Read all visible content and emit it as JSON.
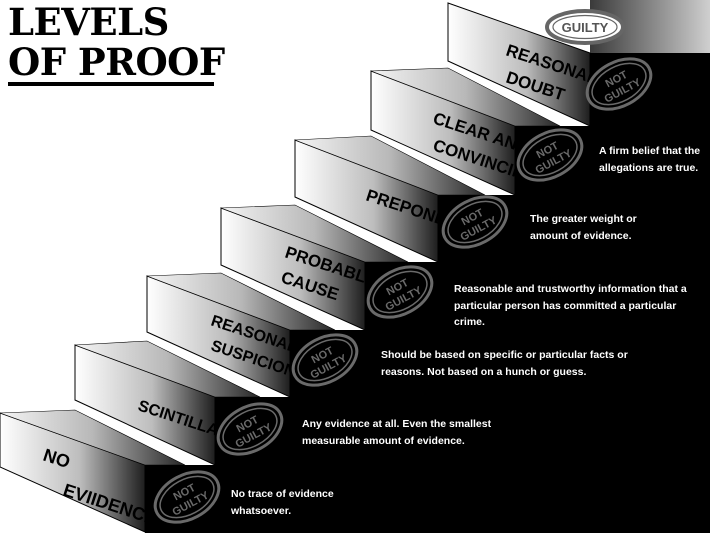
{
  "title": {
    "line1": "LEVELS",
    "line2": "OF PROOF"
  },
  "guilty_badge": "GUILTY",
  "not_guilty_seal": {
    "line1": "NOT",
    "line2": "GUILTY"
  },
  "colors": {
    "riser_dark": "#000000",
    "tread_light": "#ffffff",
    "seal": "#6a6a6a",
    "badge_ring": "#666666"
  },
  "steps": [
    {
      "label_lines": [
        "NO",
        "EVIIDENCE"
      ],
      "description": "No trace of evidence\nwhatsoever."
    },
    {
      "label_lines": [
        "SCINTILLA"
      ],
      "description": "Any evidence at all. Even the smallest\nmeasurable amount of evidence."
    },
    {
      "label_lines": [
        "REASONABLE",
        "SUSPICION"
      ],
      "description": "Should be based on specific or particular facts or\nreasons. Not based on a hunch or guess."
    },
    {
      "label_lines": [
        "PROBABLE",
        "CAUSE"
      ],
      "description": "Reasonable and trustworthy information that a\nparticular person has committed a particular crime."
    },
    {
      "label_lines": [
        "PREPONDERANCE"
      ],
      "description": "The greater weight or\namount of evidence."
    },
    {
      "label_lines": [
        "CLEAR AND",
        "CONVINCING"
      ],
      "description": "A firm belief that the\nallegations are true."
    },
    {
      "label_lines": [
        "REASONABLE",
        "DOUBT"
      ],
      "description": ""
    }
  ]
}
